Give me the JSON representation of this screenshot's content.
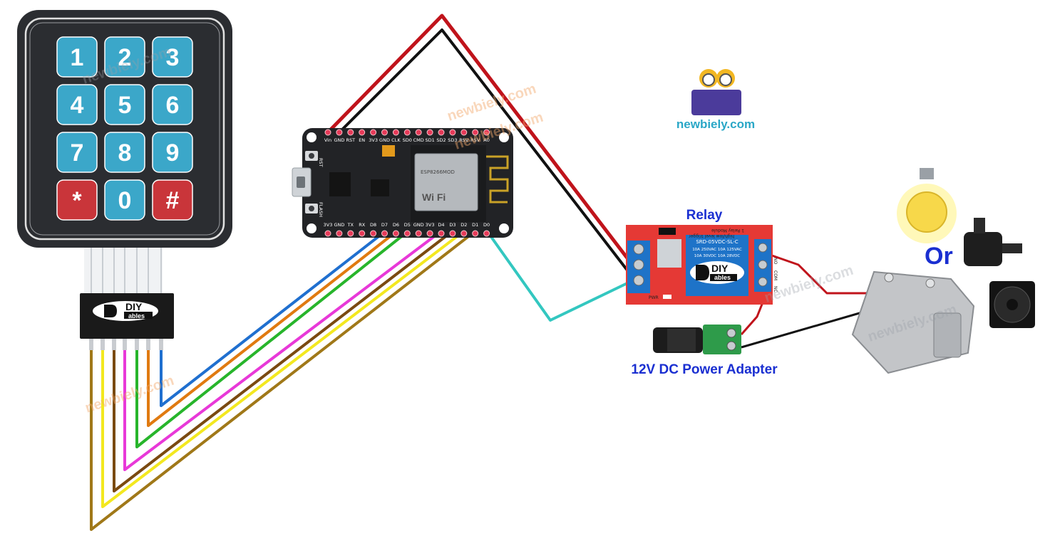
{
  "keypad": {
    "keys": [
      "1",
      "2",
      "3",
      "4",
      "5",
      "6",
      "7",
      "8",
      "9",
      "*",
      "0",
      "#"
    ],
    "connector_brand_top": "DIY",
    "connector_brand_bottom": "ables"
  },
  "board": {
    "top_pins": [
      "Vin",
      "GND",
      "RST",
      "EN",
      "3V3",
      "GND",
      "CLK",
      "SD0",
      "CMD",
      "SD1",
      "SD2",
      "SD3",
      "RSV",
      "RSV",
      "A0"
    ],
    "bottom_pins": [
      "3V3",
      "GND",
      "TX",
      "RX",
      "D8",
      "D7",
      "D6",
      "D5",
      "GND",
      "3V3",
      "D4",
      "D3",
      "D2",
      "D1",
      "D0"
    ],
    "rst_label": "RST",
    "flash_label": "FLASH",
    "module_text_1": "ESP8266MOD",
    "module_text_2": "Wi Fi"
  },
  "relay": {
    "title": "Relay",
    "module_text": "1 Relay Module",
    "trigger_text": "high/low level trigger",
    "coil_text": "SRD-05VDC-SL-C",
    "rating_text_1": "10A 250VAC 10A 125VAC",
    "rating_text_2": "10A 30VDC 10A 28VDC",
    "brand_top": "DIY",
    "brand_bottom": "ables",
    "pwr_label": "PWR",
    "terminals": [
      "NO",
      "COM",
      "NC"
    ]
  },
  "power_adapter": {
    "label": "12V DC Power Adapter"
  },
  "logo": {
    "text": "newbiely.com"
  },
  "load": {
    "or_text": "Or"
  },
  "watermarks": [
    "newbiely.com",
    "newbiely.com",
    "newbiely.com",
    "newbiely.com",
    "newbiely.com",
    "newbiely.com"
  ],
  "colors": {
    "keypad_frame": "#2b2d31",
    "key_blue": "#3ba7c9",
    "key_red": "#c9353a",
    "board": "#222326",
    "relay_board": "#e53935",
    "relay_coil": "#1e73c8",
    "wire_red": "#c0131b",
    "wire_black": "#111111",
    "wire_cyan": "#33c7c0",
    "wire_blue": "#1f6fcf",
    "wire_orange": "#e07a10",
    "wire_green": "#27b52b",
    "wire_magenta": "#e838d8",
    "wire_brown": "#7a4a10",
    "wire_yellow": "#f3e81f",
    "wire_gold": "#a07818",
    "title_blue": "#1a2fd1"
  }
}
